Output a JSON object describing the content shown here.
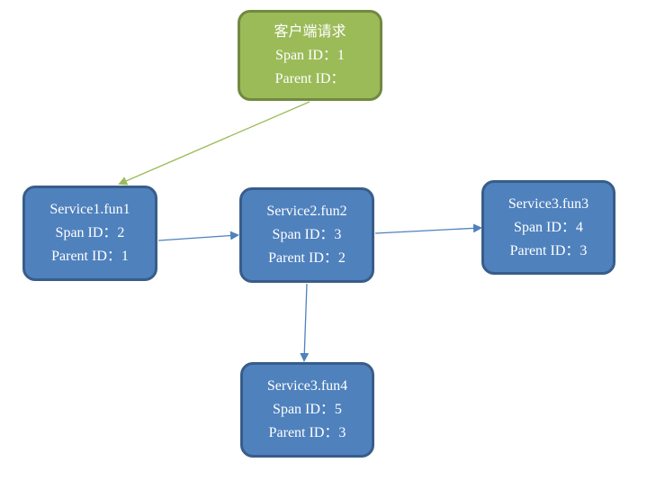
{
  "diagram": {
    "type": "span-trace-tree",
    "colors": {
      "root_fill": "#9bbb59",
      "root_border": "#71893f",
      "service_fill": "#4f81bd",
      "service_border": "#385d8a",
      "root_edge": "#9bbb59",
      "service_edge": "#4f81bd",
      "text": "#ffffff"
    },
    "nodes": [
      {
        "id": "root",
        "title": "客户端请求",
        "span_line": "Span ID：1",
        "parent_line": "Parent ID："
      },
      {
        "id": "s1f1",
        "title": "Service1.fun1",
        "span_line": "Span ID：2",
        "parent_line": "Parent ID：1"
      },
      {
        "id": "s2f2",
        "title": "Service2.fun2",
        "span_line": "Span ID：3",
        "parent_line": "Parent ID：2"
      },
      {
        "id": "s3f3",
        "title": "Service3.fun3",
        "span_line": "Span ID：4",
        "parent_line": "Parent ID：3"
      },
      {
        "id": "s3f4",
        "title": "Service3.fun4",
        "span_line": "Span ID：5",
        "parent_line": "Parent ID：3"
      }
    ],
    "edges": [
      {
        "from": "root",
        "to": "s1f1",
        "style": "green"
      },
      {
        "from": "s1f1",
        "to": "s2f2",
        "style": "blue"
      },
      {
        "from": "s2f2",
        "to": "s3f3",
        "style": "blue"
      },
      {
        "from": "s2f2",
        "to": "s3f4",
        "style": "blue"
      }
    ]
  }
}
